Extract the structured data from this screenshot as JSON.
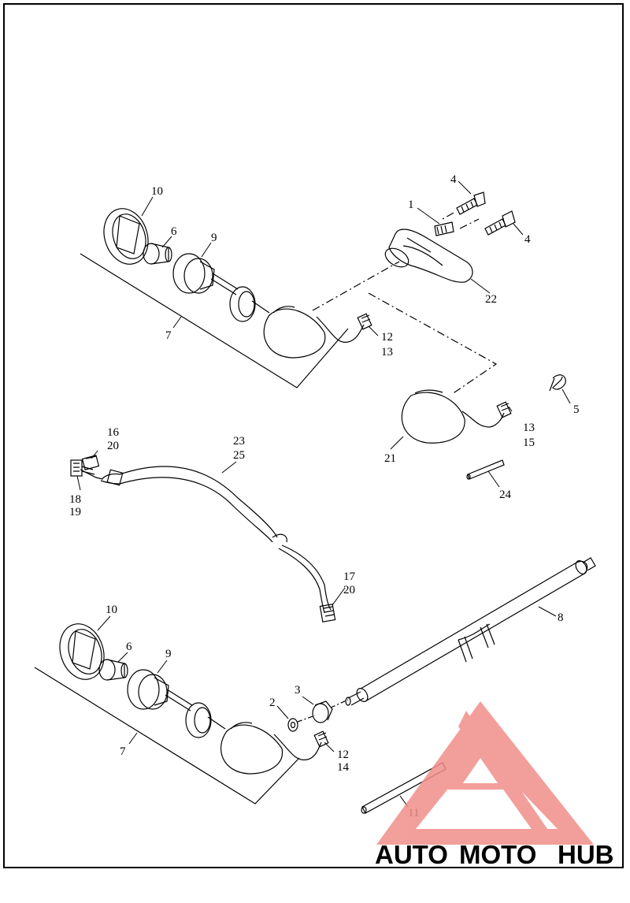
{
  "callouts": [
    "10",
    "6",
    "9",
    "7",
    "12",
    "13",
    "1",
    "4",
    "4",
    "22",
    "5",
    "13",
    "15",
    "21",
    "24",
    "16",
    "20",
    "18",
    "19",
    "23",
    "25",
    "17",
    "20",
    "8",
    "10",
    "6",
    "9",
    "7",
    "3",
    "2",
    "12",
    "14",
    "11"
  ],
  "watermark": {
    "part1": "AUTO",
    "part2": "MOTO",
    "part3": "HUB",
    "colors": {
      "auto": "#f3b866",
      "moto": "#ef8b84",
      "hub": "#8a8a8a",
      "logo": "#f08f8a"
    }
  }
}
